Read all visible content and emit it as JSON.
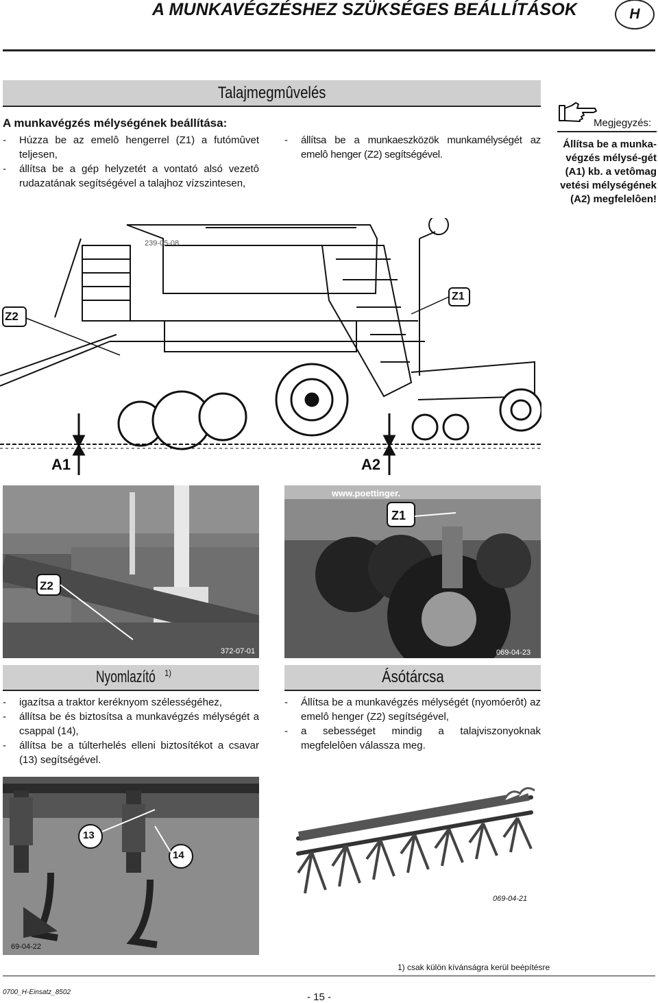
{
  "header": {
    "title": "A MUNKAVÉGZÉSHEZ SZÜKSÉGES BEÁLLÍTÁSOK",
    "lang_badge": "H"
  },
  "section_main": {
    "title": "Talajmegmûvelés",
    "subheading": "A munkavégzés mélységének beállítása:",
    "left_items": [
      "Húzza be az emelô hengerrel (Z1) a futómûvet teljesen,",
      "állítsa be a gép helyzetét a vontató alsó vezetô rudazatának segítségével a talajhoz vízszintesen,"
    ],
    "right_items": [
      "állítsa be a munkaeszközök munkamélységét az emelô henger (Z2) segítségével."
    ]
  },
  "note": {
    "icon": "pointing-hand-icon",
    "label": "Megjegyzés:",
    "text": "Állítsa be a munka-végzés mélysé-gét (A1) kb. a vetômag vetési mélységének (A2) megfelelôen!"
  },
  "diagram": {
    "code": "239-05-08",
    "labels": {
      "z2": "Z2",
      "z1": "Z1",
      "a1": "A1",
      "a2": "A2"
    }
  },
  "photo_left": {
    "label": "Z2",
    "code": "372-07-01"
  },
  "photo_right": {
    "label": "Z1",
    "url_text": "www.poettinger.",
    "code": "069-04-23"
  },
  "section_nyomlazito": {
    "title": "Nyomlazító",
    "sup": "1)",
    "items": [
      "igazítsa a traktor keréknyom szélességéhez,",
      "állítsa be és biztosítsa a munkavégzés mélységét a csappal (14),",
      "állítsa be a túlterhelés elleni biztosítékot a csavar (13) segítségével."
    ]
  },
  "section_asotarcsa": {
    "title": "Ásótárcsa",
    "items": [
      "Állítsa be a munkavégzés mélységét (nyomóerôt) az emelô henger (Z2) segítségével,",
      "a sebességet mindig a talajviszonyoknak megfelelôen válassza meg."
    ]
  },
  "photo_bottom_left": {
    "label_13": "13",
    "label_14": "14",
    "code": "69-04-22"
  },
  "photo_bottom_right": {
    "code": "069-04-21"
  },
  "footer": {
    "footnote": "1) csak külön kívánságra kerül beépítésre",
    "doc_id": "0700_H-Einsatz_8502",
    "page_number": "- 15 -"
  },
  "colors": {
    "band_gray": "#cfcfcf",
    "photo_dark": "#6a6a6a",
    "line": "#222222"
  }
}
